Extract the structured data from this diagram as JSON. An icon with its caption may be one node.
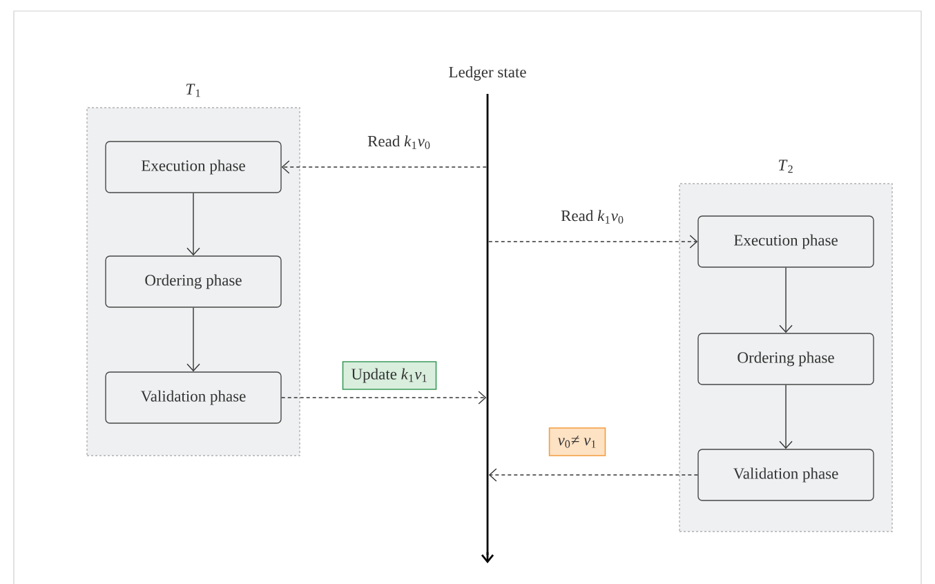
{
  "diagram": {
    "nodes": [
      {
        "text": [
          "*T*$_{1}$"
        ]
      },
      {
        "text": [
          "Execution phase"
        ],
        "in": 0
      },
      {
        "text": [
          "Ordering phase"
        ],
        "in": 0
      },
      {
        "text": [
          "Validation phase"
        ],
        "in": 0
      },
      {
        "text": [],
        "shape": "bar",
        "beside": [
          "Ledger state"
        ]
      },
      {
        "text": [
          "*T*$_{2}$"
        ]
      },
      {
        "text": [
          "Execution phase"
        ],
        "in": 5
      },
      {
        "text": [
          "Ordering phase"
        ],
        "in": 5
      },
      {
        "text": [
          "Validation phase"
        ],
        "in": 5
      }
    ],
    "edges": [
      {
        "from": 4,
        "to": 1,
        "arrow": "to",
        "style": "dashed",
        "label": "Read *k*$_{1}$*v*$_{0}$"
      },
      {
        "from": 1,
        "to": 2,
        "arrow": "to"
      },
      {
        "from": 2,
        "to": 3,
        "arrow": "to"
      },
      {
        "from": 3,
        "to": 4,
        "arrow": "to",
        "style": "dashed",
        "label": "Update *k*$_{1}$*v*$_{1}$"
      },
      {
        "from": 4,
        "to": 6,
        "arrow": "to",
        "style": "dashed",
        "label": "Read *k*$_{1}$*v*$_{0}$"
      },
      {
        "from": 6,
        "to": 7,
        "arrow": "to"
      },
      {
        "from": 7,
        "to": 8,
        "arrow": "to"
      },
      {
        "from": 8,
        "to": 4,
        "arrow": "to",
        "style": "dashed",
        "label": "*v*$_{0}$≠ *v*$_{1}$"
      }
    ]
  }
}
